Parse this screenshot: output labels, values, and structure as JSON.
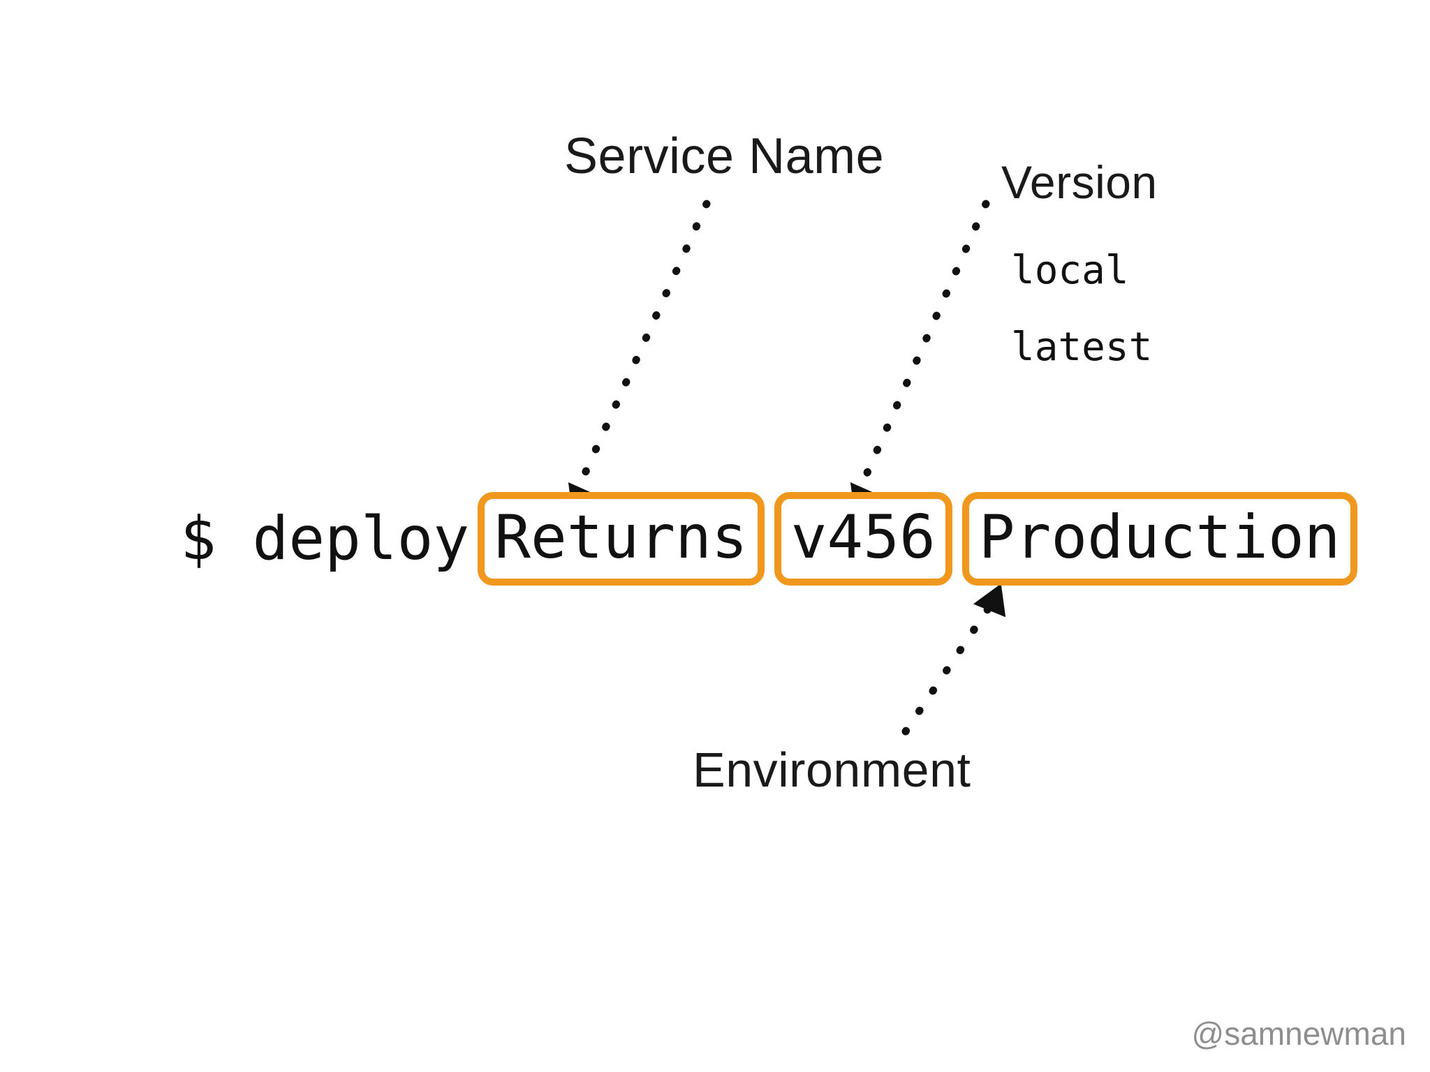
{
  "slide": {
    "background_color": "#ffffff",
    "accent_color": "#f0971e",
    "text_color": "#111111"
  },
  "command": {
    "prompt": "$ deploy",
    "tokens": [
      {
        "id": "service-name",
        "value": "Returns",
        "highlight_color": "#f0971e"
      },
      {
        "id": "version",
        "value": "v456",
        "highlight_color": "#f0971e"
      },
      {
        "id": "environment",
        "value": "Production",
        "highlight_color": "#f0971e"
      }
    ]
  },
  "annotations": [
    {
      "id": "service-name",
      "label": "Service Name",
      "points_to": "Returns",
      "arrow_direction": "down-left"
    },
    {
      "id": "version",
      "label": "Version",
      "points_to": "v456",
      "arrow_direction": "down-left",
      "examples": [
        "local",
        "latest"
      ]
    },
    {
      "id": "environment",
      "label": "Environment",
      "points_to": "Production",
      "arrow_direction": "up-right"
    }
  ],
  "version_examples": {
    "first": "local",
    "second": "latest"
  },
  "watermark": {
    "handle": "@samnewman",
    "color": "#8e8e8e"
  }
}
